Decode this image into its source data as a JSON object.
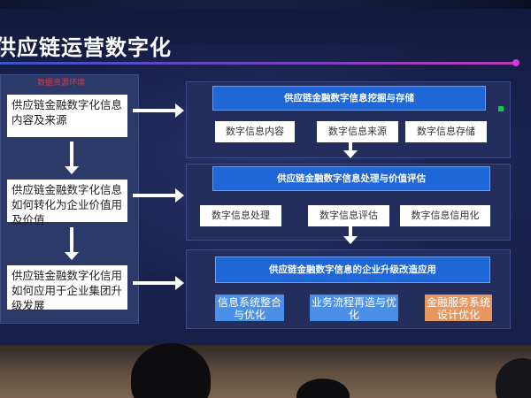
{
  "slide": {
    "title": "供应链运营数字化",
    "left_panel": {
      "caption": "数据资源环境",
      "boxes": [
        "供应链金融数字化信息内容及来源",
        "供应链金融数字化信息如何转化为企业价值用及价值",
        "供应链金融数字化信用如何应用于企业集团升级发展"
      ]
    },
    "stages": [
      {
        "header": "供应链金融数字信息挖掘与存储",
        "items": [
          "数字信息内容",
          "数字信息来源",
          "数字信息存储"
        ]
      },
      {
        "header": "供应链金融数字信息处理与价值评估",
        "items": [
          "数字信息处理",
          "数字信息评估",
          "数字信息信用化"
        ]
      },
      {
        "header": "供应链金融数字信息的企业升级改造应用",
        "outputs": [
          "信息系统整合与优化",
          "业务流程再造与优化",
          "金融服务系统设计优化"
        ]
      }
    ]
  },
  "colors": {
    "header_bar": "#1f66d6",
    "output_blue": "#4a90e8",
    "output_orange": "#e6975e",
    "title_rule": "#7a3fc0",
    "caption_red": "#d43a4a"
  }
}
